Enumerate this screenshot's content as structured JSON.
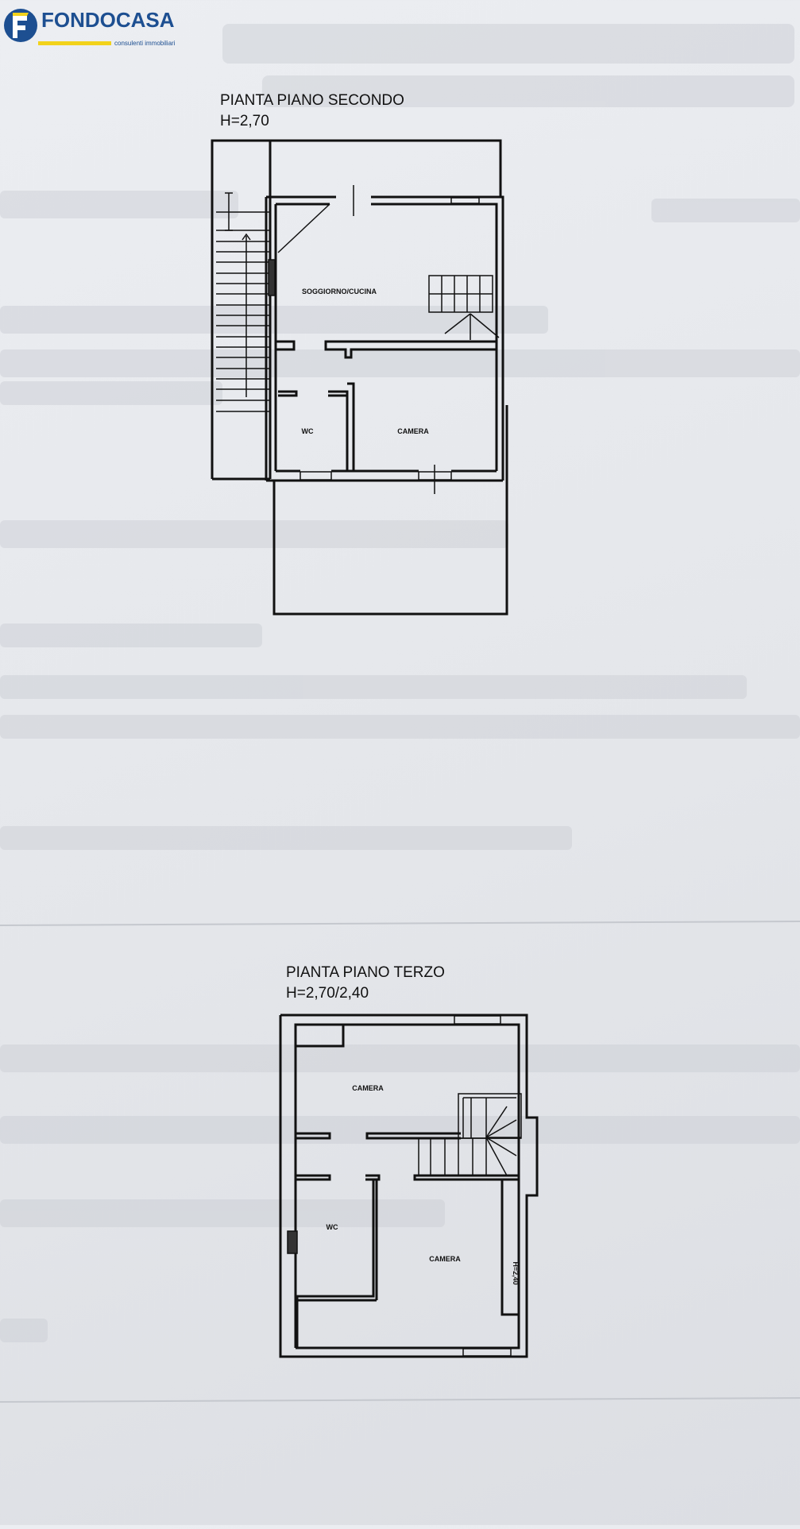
{
  "logo": {
    "brand": "FONDOCASA",
    "tagline": "consulenti immobiliari",
    "colors": {
      "blue": "#1d4f91",
      "yellow": "#f2d21b"
    }
  },
  "floor_second": {
    "title": "PIANTA PIANO SECONDO",
    "height": "H=2,70",
    "rooms": {
      "living": "SOGGIORNO/CUCINA",
      "wc": "WC",
      "bedroom": "CAMERA"
    }
  },
  "floor_third": {
    "title": "PIANTA PIANO TERZO",
    "height": "H=2,70/2,40",
    "rooms": {
      "bedroom_top": "CAMERA",
      "wc": "WC",
      "bedroom_bottom": "CAMERA",
      "low_height": "H=2,40"
    }
  }
}
